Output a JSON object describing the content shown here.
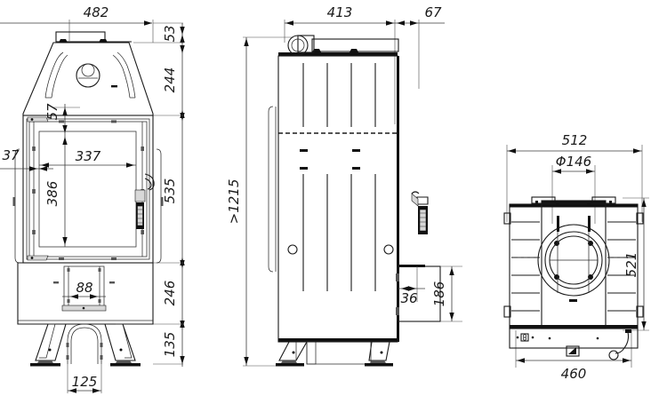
{
  "drawing": {
    "title": "Fireplace insert technical drawing",
    "background_color": "#ffffff",
    "line_color": "#1a1a1a",
    "views": [
      {
        "id": "front",
        "name": "front-elevation"
      },
      {
        "id": "side",
        "name": "side-elevation"
      },
      {
        "id": "plan",
        "name": "plan-view"
      }
    ]
  },
  "dimensions": {
    "front": {
      "width_total": "482",
      "top_flange": "53",
      "hood_height": "244",
      "lintel_offset": "57",
      "left_offset": "37",
      "glass_width": "337",
      "glass_height": "386",
      "door_height": "535",
      "base_height": "246",
      "leg_height": "135",
      "ash_pan_width": "88",
      "foot_span": "125"
    },
    "side": {
      "depth_total": "413",
      "rear_offset": "67",
      "overall_height": ">1215",
      "handle_depth": "36",
      "handle_height": "186"
    },
    "plan": {
      "width_outer": "512",
      "flue_diameter": "Φ146",
      "depth": "521",
      "width_inner": "460"
    }
  }
}
